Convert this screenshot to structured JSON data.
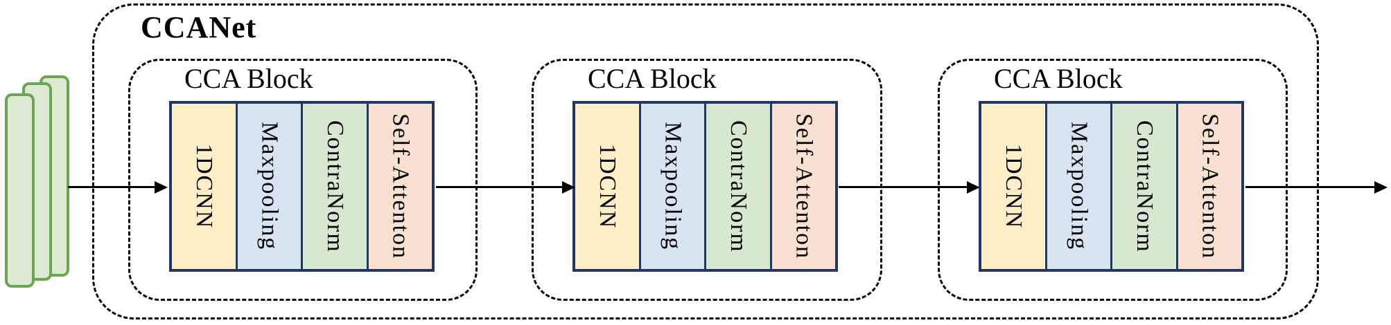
{
  "diagram": {
    "title": "CCANet",
    "blocks": [
      {
        "label": "CCA Block",
        "layers": [
          {
            "label": "1DCNN",
            "color": "#fdeec6"
          },
          {
            "label": "Maxpooling",
            "color": "#d9e4f2"
          },
          {
            "label": "ContraNorm",
            "color": "#d8e7d0"
          },
          {
            "label": "Self-Attenton",
            "color": "#f9e1d2"
          }
        ]
      },
      {
        "label": "CCA Block",
        "layers": [
          {
            "label": "1DCNN",
            "color": "#fdeec6"
          },
          {
            "label": "Maxpooling",
            "color": "#d9e4f2"
          },
          {
            "label": "ContraNorm",
            "color": "#d8e7d0"
          },
          {
            "label": "Self-Attenton",
            "color": "#f9e1d2"
          }
        ]
      },
      {
        "label": "CCA Block",
        "layers": [
          {
            "label": "1DCNN",
            "color": "#fdeec6"
          },
          {
            "label": "Maxpooling",
            "color": "#d9e4f2"
          },
          {
            "label": "ContraNorm",
            "color": "#d8e7d0"
          },
          {
            "label": "Self-Attenton",
            "color": "#f9e1d2"
          }
        ]
      }
    ],
    "input_stack": {
      "card_count": 3,
      "fill": "#dde9d3",
      "stroke": "#6aa84f"
    },
    "colors": {
      "box_border": "#1f3864",
      "dash_border": "#000000",
      "arrow": "#000000",
      "background": "#ffffff"
    }
  }
}
